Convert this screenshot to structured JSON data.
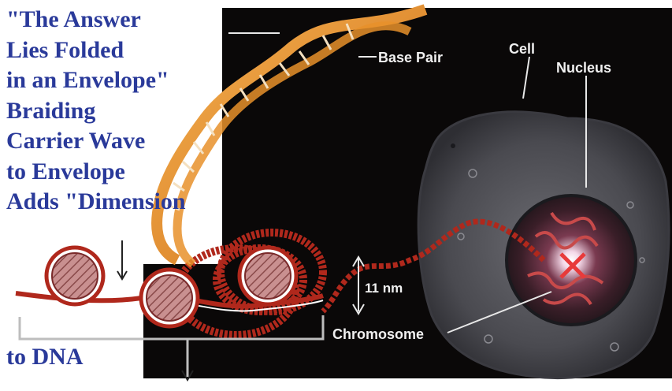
{
  "caption": {
    "lines": [
      "\"The Answer",
      "Lies Folded",
      "in an Envelope\"",
      "Braiding",
      "Carrier Wave",
      "to Envelope",
      "Adds \"Dimension"
    ],
    "footer": "to DNA"
  },
  "labels": {
    "base_pair": "Base Pair",
    "cell": "Cell",
    "nucleus": "Nucleus",
    "size": "11 nm",
    "chromosome": "Chromosome"
  },
  "colors": {
    "caption_text": "#2a3a9a",
    "background_panel": "#0a0808",
    "helix_orange": "#e8902a",
    "chromatin_red": "#b0281c",
    "cell_gray": "#5a5a5e"
  }
}
